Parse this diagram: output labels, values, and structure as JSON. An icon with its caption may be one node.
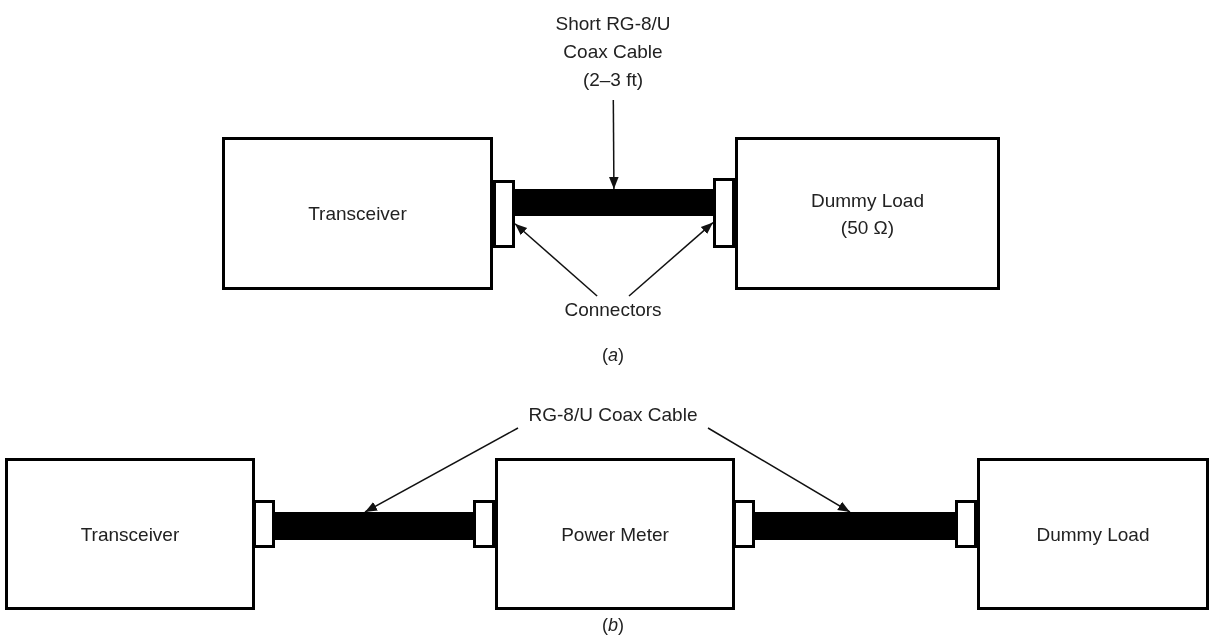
{
  "diagram": {
    "nodes": [
      {
        "text": [
          "Short RG-8/U Coax Cable (2–3 ft)"
        ]
      },
      {
        "text": [
          "Transceiver"
        ]
      },
      {
        "text": [],
        "shape": "box"
      },
      {
        "text": [],
        "shape": "bar"
      },
      {
        "text": [],
        "shape": "box"
      },
      {
        "text": [
          "Dummy Load (50 Ω)"
        ]
      },
      {
        "text": [
          "Connectors"
        ]
      },
      {
        "text": [
          "RG-8/U Coax Cable"
        ]
      },
      {
        "text": [
          "Transceiver"
        ]
      },
      {
        "text": [],
        "shape": "box"
      },
      {
        "text": [],
        "shape": "bar"
      },
      {
        "text": [],
        "shape": "box"
      },
      {
        "text": [
          "Power Meter"
        ]
      },
      {
        "text": [],
        "shape": "box"
      },
      {
        "text": [],
        "shape": "bar"
      },
      {
        "text": [],
        "shape": "box"
      },
      {
        "text": [
          "Dummy Load"
        ]
      }
    ],
    "edges": [
      {
        "from": 0,
        "to": 3,
        "arrow": "to"
      },
      {
        "from": 6,
        "to": 2,
        "arrow": "to"
      },
      {
        "from": 6,
        "to": 4,
        "arrow": "to"
      },
      {
        "from": 7,
        "to": 10,
        "arrow": "to"
      },
      {
        "from": 7,
        "to": 14,
        "arrow": "to"
      }
    ],
    "labels": [
      "(*a*)",
      "(*b*)"
    ]
  }
}
